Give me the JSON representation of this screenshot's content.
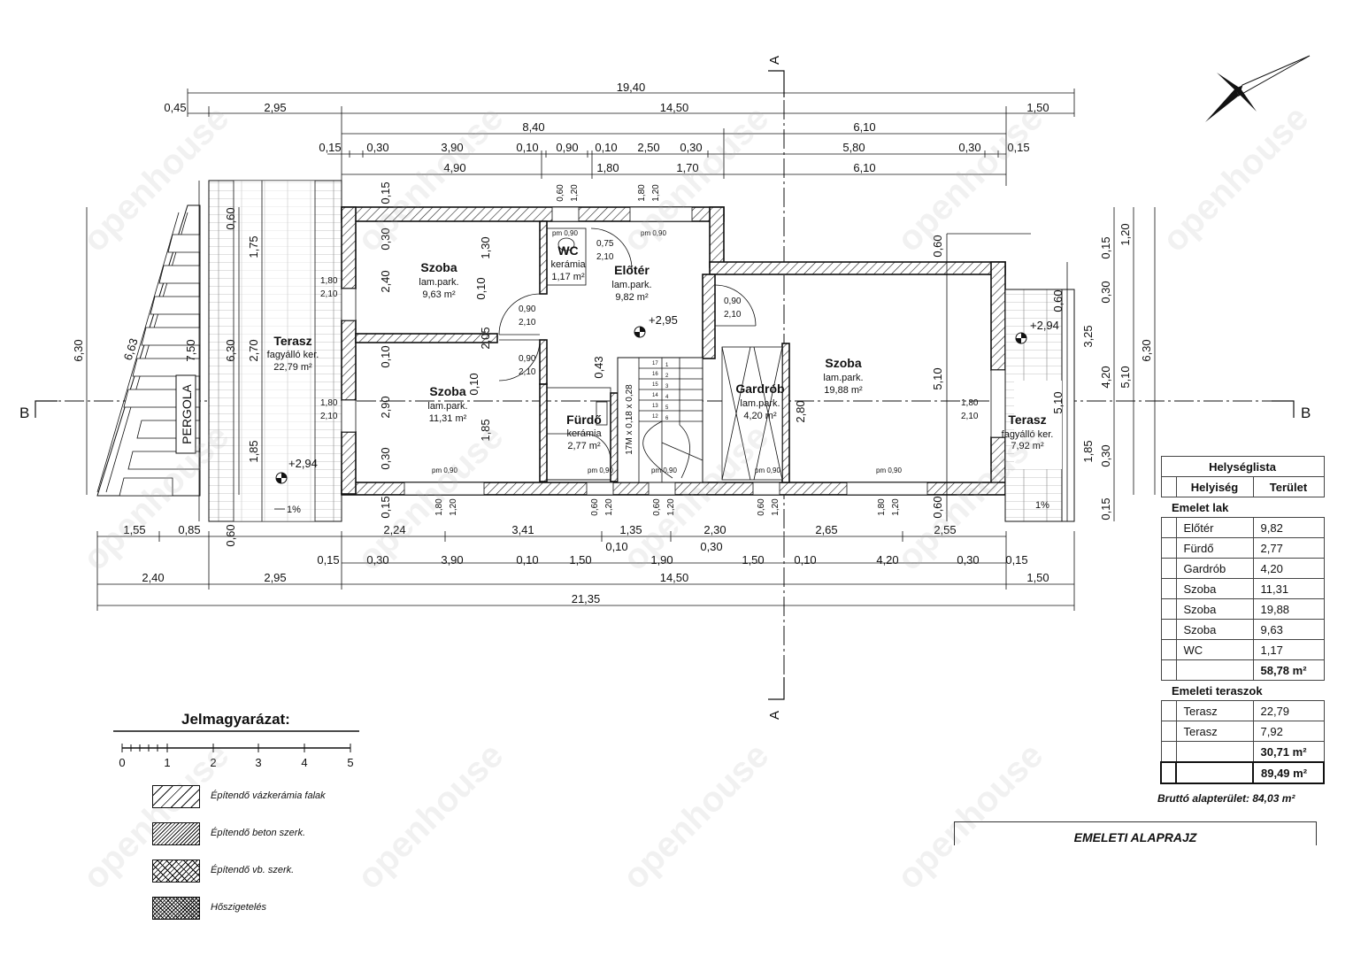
{
  "dimensions": {
    "top_overall": "19,40",
    "top_row2": [
      "0,45",
      "2,95",
      "14,50",
      "1,50"
    ],
    "top_row3": [
      "8,40",
      "6,10"
    ],
    "top_row4": [
      "0,15",
      "0,30",
      "3,90",
      "0,10",
      "0,90",
      "0,10",
      "2,50",
      "0,30",
      "5,80",
      "0,30",
      "0,15"
    ],
    "top_row5": [
      "4,90",
      "1,80",
      "1,70",
      "6,10"
    ],
    "bottom_row1": [
      "1,55",
      "0,85",
      "2,24",
      "3,41",
      "1,35",
      "2,30",
      "2,65",
      "2,55"
    ],
    "bottom_row1b": [
      "0,10",
      "0,30"
    ],
    "bottom_row2": [
      "0,15",
      "0,30",
      "3,90",
      "0,10",
      "1,50",
      "1,90",
      "1,50",
      "0,10",
      "4,20",
      "0,30",
      "0,15"
    ],
    "bottom_row3": [
      "2,40",
      "2,95",
      "14,50",
      "1,50"
    ],
    "bottom_overall": "21,35",
    "left_vertical": [
      "6,30",
      "6,63",
      "7,50",
      "6,30",
      "2,70"
    ],
    "left_stack": [
      "0,60",
      "1,75",
      "1,85",
      "0,60"
    ],
    "inner_left": [
      "0,15",
      "0,30",
      "2,40",
      "0,10",
      "2,90",
      "0,30",
      "0,15"
    ],
    "inner_mid": [
      "1,30",
      "0,10",
      "2,05",
      "0,10",
      "1,85",
      "0,43"
    ],
    "right_vertical": [
      "0,60",
      "5,10",
      "2,80",
      "0,60"
    ],
    "right_stack": [
      "0,15",
      "0,30",
      "3,25",
      "4,20",
      "1,85",
      "0,30",
      "0,15",
      "1,20",
      "0,60",
      "5,10",
      "6,30",
      "5,10"
    ],
    "openings": [
      "1,80",
      "2,10",
      "0,60",
      "1,20",
      "0,75",
      "0,90",
      "pm 0,90",
      "1,20",
      "0,60",
      "1,80"
    ]
  },
  "section_marks": {
    "a": "A",
    "b": "B"
  },
  "levels": [
    "+2,95",
    "+2,94",
    "+2,94"
  ],
  "slope": "1%",
  "stair_label": "17M x 0,18 x 0,28",
  "stair_steps": [
    "17",
    "16",
    "15",
    "14",
    "13",
    "12",
    "1",
    "2",
    "3",
    "4",
    "5",
    "6"
  ],
  "pergola_label": "PERGOLA",
  "rooms": {
    "szoba1": {
      "name": "Szoba",
      "floor": "lam.park.",
      "area": "9,63 m²"
    },
    "szoba2": {
      "name": "Szoba",
      "floor": "lam.park.",
      "area": "11,31 m²"
    },
    "wc": {
      "name": "WC",
      "floor": "kerámia",
      "area": "1,17 m²"
    },
    "eloter": {
      "name": "Előtér",
      "floor": "lam.park.",
      "area": "9,82 m²"
    },
    "furdo": {
      "name": "Fürdő",
      "floor": "kerámia",
      "area": "2,77 m²"
    },
    "gardrob": {
      "name": "Gardrób",
      "floor": "lam.park.",
      "area": "4,20 m²"
    },
    "szoba3": {
      "name": "Szoba",
      "floor": "lam.park.",
      "area": "19,88 m²"
    },
    "terasz_left": {
      "name": "Terasz",
      "floor": "fagyálló ker.",
      "area": "22,79 m²"
    },
    "terasz_right": {
      "name": "Terasz",
      "floor": "fagyálló ker.",
      "area": "7,92 m²"
    }
  },
  "door_labels": [
    "0,90",
    "2,10",
    "0,75",
    "2,10",
    "0,90",
    "2,10",
    "0,90",
    "2,10",
    "0,90",
    "2,10"
  ],
  "table": {
    "title": "Helységlista",
    "col_room": "Helyiség",
    "col_area": "Terület",
    "section1": "Emelet lak",
    "rows1": [
      {
        "room": "Előtér",
        "area": "9,82"
      },
      {
        "room": "Fürdő",
        "area": "2,77"
      },
      {
        "room": "Gardrób",
        "area": "4,20"
      },
      {
        "room": "Szoba",
        "area": "11,31"
      },
      {
        "room": "Szoba",
        "area": "19,88"
      },
      {
        "room": "Szoba",
        "area": "9,63"
      },
      {
        "room": "WC",
        "area": "1,17"
      }
    ],
    "total1": "58,78 m²",
    "section2": "Emeleti teraszok",
    "rows2": [
      {
        "room": "Terasz",
        "area": "22,79"
      },
      {
        "room": "Terasz",
        "area": "7,92"
      }
    ],
    "total2": "30,71 m²",
    "grand_total": "89,49 m²"
  },
  "brutto": "Bruttó alapterület: 84,03 m²",
  "drawing_title": "EMELETI ALAPRAJZ",
  "legend": {
    "title": "Jelmagyarázat:",
    "scale_ticks": [
      "0",
      "1",
      "2",
      "3",
      "4",
      "5"
    ],
    "items": [
      "Építendő vázkerámia falak",
      "Építendő beton szerk.",
      "Építendő vb. szerk.",
      "Hőszigetelés"
    ]
  },
  "watermark": "openhouse"
}
